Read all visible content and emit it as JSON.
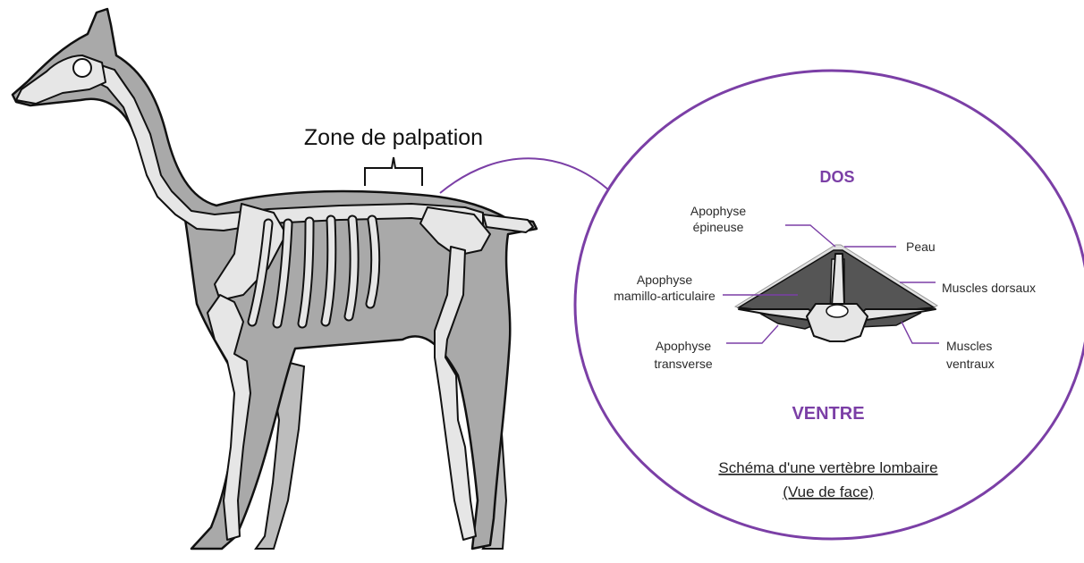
{
  "title": "Zone de palpation",
  "inset": {
    "top_label": "DOS",
    "bottom_label": "VENTRE",
    "caption_line1": "Schéma d'une vertèbre lombaire",
    "caption_line2": "(Vue de face)",
    "labels": {
      "spinous_1": "Apophyse",
      "spinous_2": "épineuse",
      "skin": "Peau",
      "mamillo_1": "Apophyse",
      "mamillo_2": "mamillo-articulaire",
      "dorsal_muscles": "Muscles dorsaux",
      "transverse_1": "Apophyse",
      "transverse_2": "transverse",
      "ventral_1": "Muscles",
      "ventral_2": "ventraux"
    }
  },
  "colors": {
    "accent": "#7b3fa6",
    "body": "#a9a9a9",
    "body_far": "#bdbdbd",
    "bone": "#e6e6e6",
    "muscle": "#555555",
    "leader": "#7b3fa6"
  }
}
